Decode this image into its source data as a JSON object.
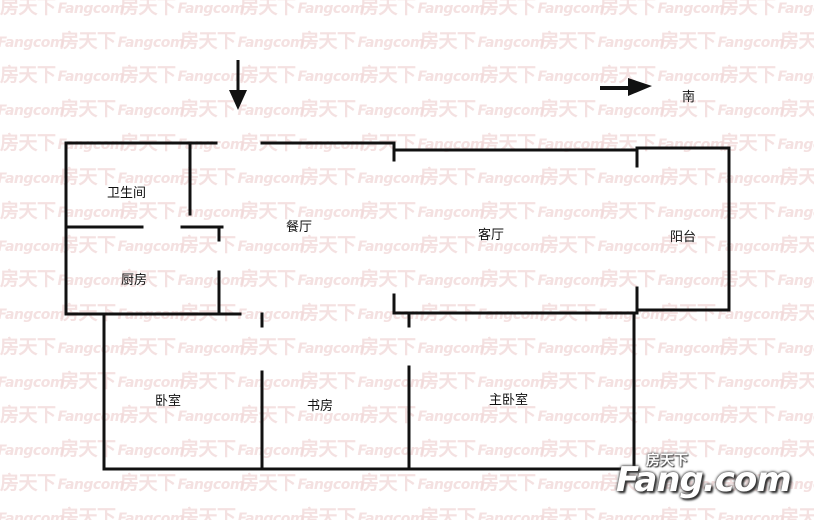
{
  "floorplan": {
    "compass_label": "南",
    "rooms": {
      "bathroom": "卫生间",
      "kitchen": "厨房",
      "dining": "餐厅",
      "living": "客厅",
      "balcony": "阳台",
      "bedroom": "卧室",
      "study": "书房",
      "master_bedroom": "主卧室"
    }
  },
  "watermark": {
    "cn": "房天下",
    "en": "Fangcom"
  },
  "logo": {
    "cn": "房天下",
    "en": "Fang.com"
  },
  "colors": {
    "wall": "#111111",
    "watermark": "#f1d7d7",
    "background": "#ffffff"
  }
}
